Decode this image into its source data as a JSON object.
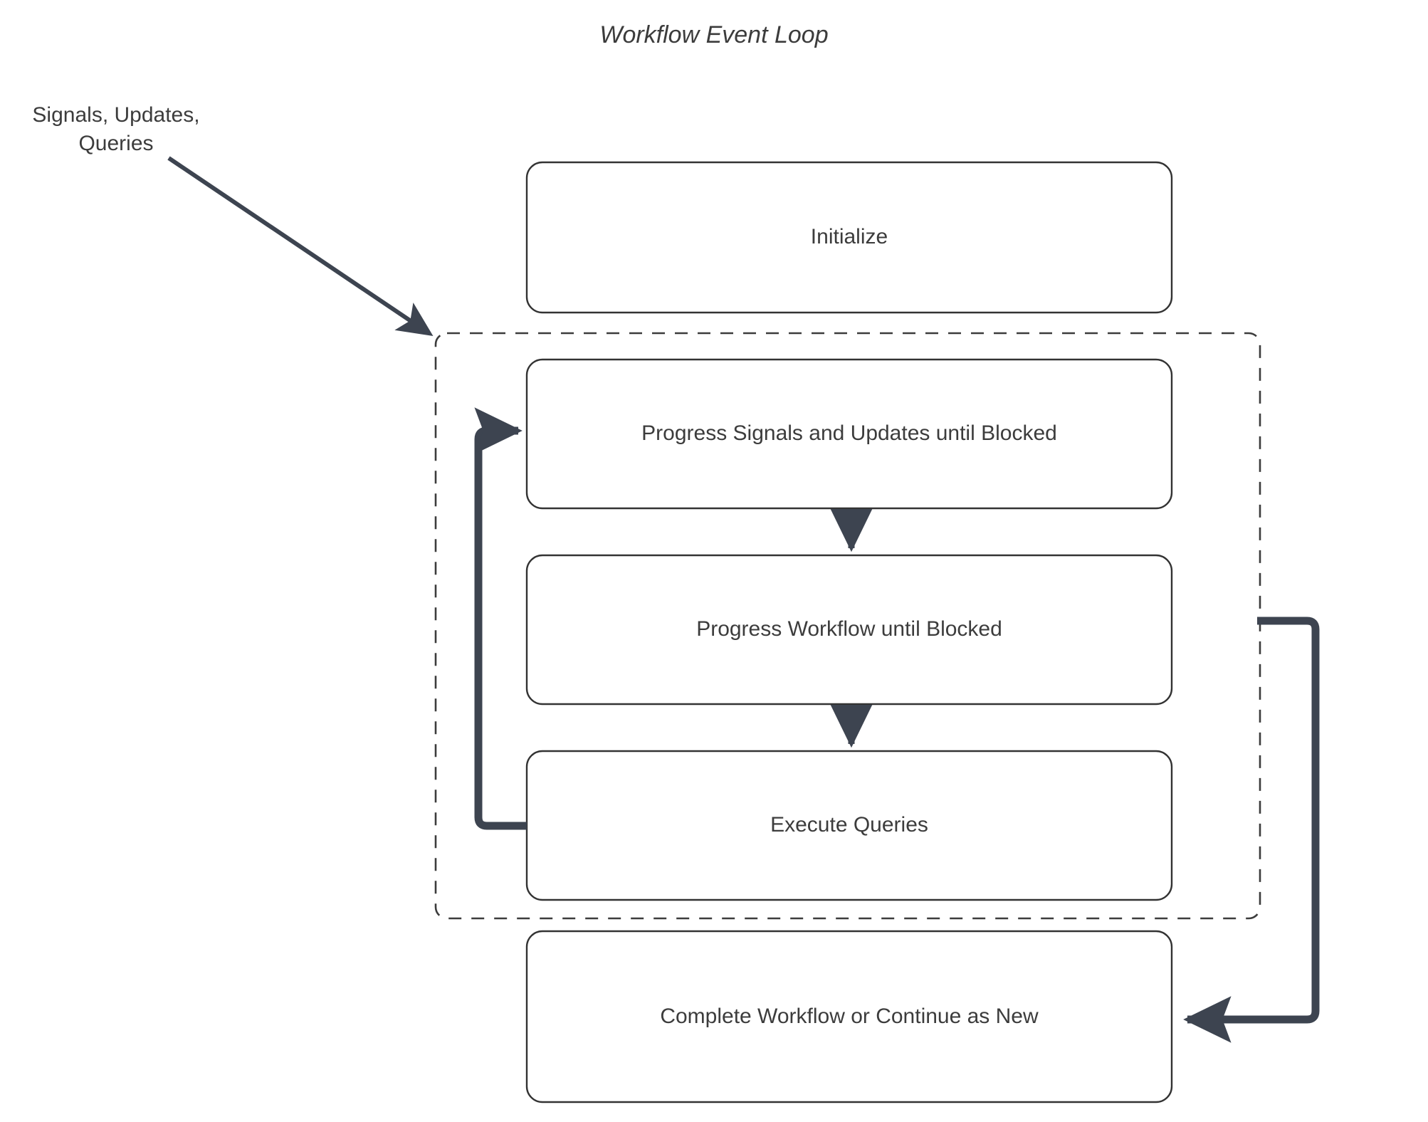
{
  "diagram": {
    "title": "Workflow Event Loop",
    "colors": {
      "background": "#ffffff",
      "node_stroke": "#333333",
      "node_fill": "#ffffff",
      "text": "#3c3c3c",
      "edge": "#3d4450",
      "cluster_stroke": "#3c3c3c"
    },
    "edge_labels": {
      "inbound": "Signals, Updates,\nQueries"
    },
    "nodes": [
      {
        "id": "initialize",
        "label": "Initialize"
      },
      {
        "id": "progress-signals",
        "label": "Progress Signals and Updates until Blocked"
      },
      {
        "id": "progress-workflow",
        "label": "Progress Workflow until Blocked"
      },
      {
        "id": "execute-queries",
        "label": "Execute Queries"
      },
      {
        "id": "complete-workflow",
        "label": "Complete Workflow or Continue as New"
      }
    ]
  }
}
